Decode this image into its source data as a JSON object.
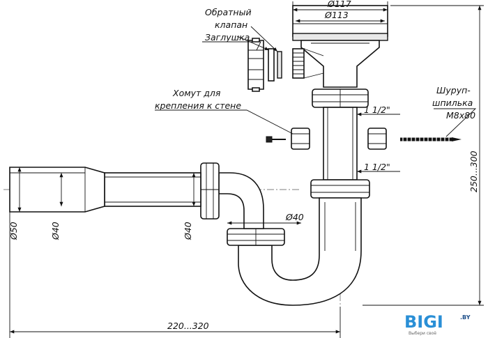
{
  "labels": {
    "check_valve_line1": "Обратный",
    "check_valve_line2": "клапан",
    "plug": "Заглушка",
    "wall_clamp_line1": "Хомут для",
    "wall_clamp_line2": "крепления к стене",
    "screw_line1": "Шуруп-",
    "screw_line2": "шпилька",
    "screw_line3": "M8x80"
  },
  "dimensions": {
    "d117": "Ø117",
    "d113": "Ø113",
    "thread_upper": "1 1/2\"",
    "thread_lower": "1 1/2\"",
    "height": "250...300",
    "d50": "Ø50",
    "d40_tube": "Ø40",
    "d40_elbow": "Ø40",
    "d40_trap": "Ø40",
    "length": "220...320"
  },
  "logo": {
    "text": "BIGI",
    "suffix": ".BY",
    "tagline": "Выбери своё"
  },
  "colors": {
    "line": "#111111",
    "logo_blue": "#2a8fd6",
    "logo_dark": "#1e4f8a"
  }
}
